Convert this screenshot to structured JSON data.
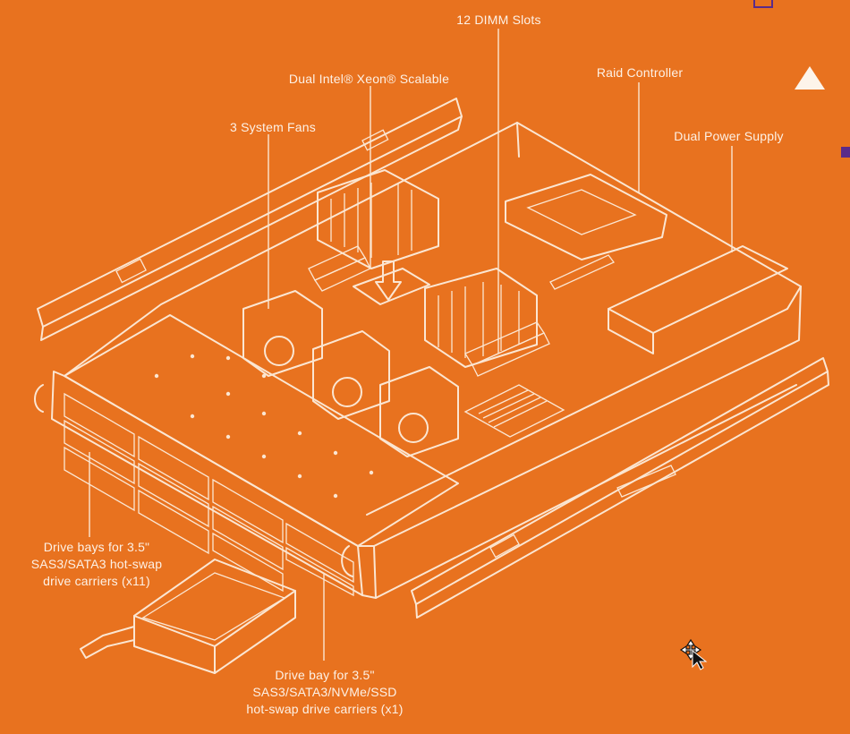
{
  "labels": {
    "dimm": "12 DIMM Slots",
    "cpu": "Dual Intel® Xeon® Scalable",
    "raid": "Raid Controller",
    "fans": "3 System Fans",
    "psu": "Dual Power Supply",
    "bays_l1": "Drive bays for 3.5\"",
    "bays_l2": "SAS3/SATA3 hot-swap",
    "bays_l3": "drive carriers (x11)",
    "bay_l1": "Drive bay for 3.5\"",
    "bay_l2": "SAS3/SATA3/NVMe/SSD",
    "bay_l3": "hot-swap drive carriers (x1)"
  },
  "colors": {
    "background": "#e8721f",
    "linework": "#fbe6d2",
    "accent": "#5a2b8a"
  },
  "icons": {
    "nav_up": "triangle-up-icon",
    "cursor": "move-cursor-icon"
  }
}
